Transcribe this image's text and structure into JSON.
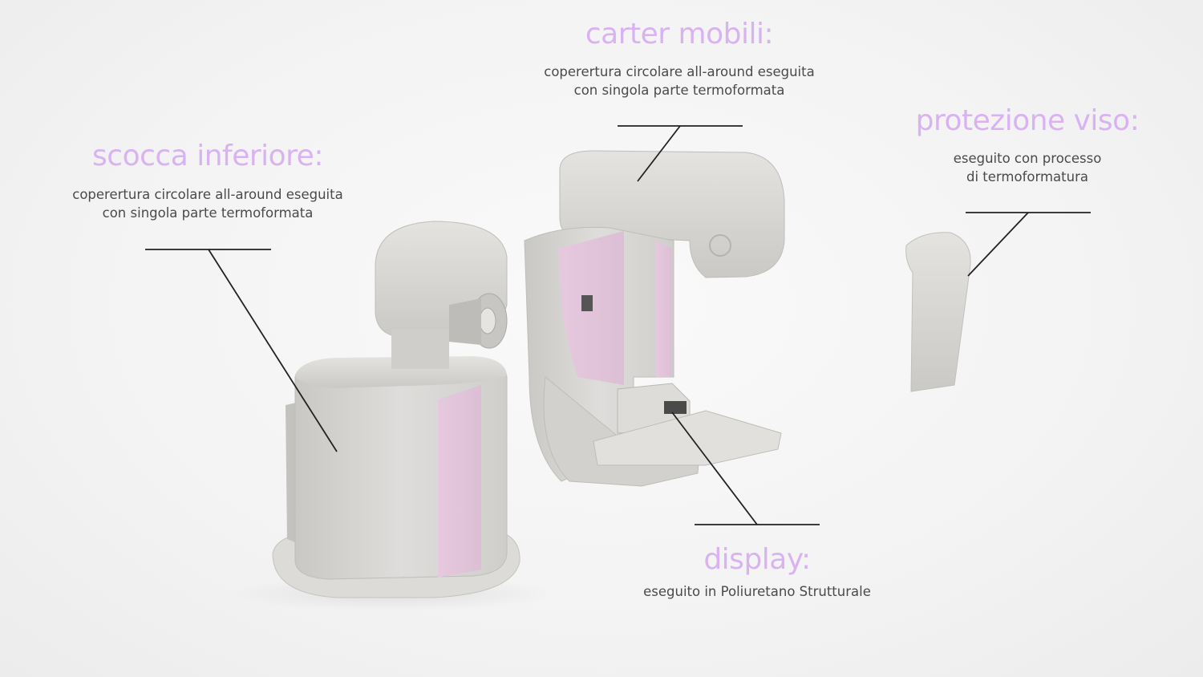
{
  "callouts": {
    "scocca": {
      "title": "scocca inferiore:",
      "line1": "copererturа circolare all-around eseguita",
      "line2": "con singola parte termoformata"
    },
    "carter": {
      "title": "carter mobili:",
      "line1": "copererturа circolare all-around eseguita",
      "line2": "con singola parte termoformata"
    },
    "protezione": {
      "title": "protezione viso:",
      "line1": "eseguito con processo",
      "line2": "di termoformatura"
    },
    "display": {
      "title": "display:",
      "line1": "eseguito in Poliuretano Strutturale"
    }
  },
  "colors": {
    "accent": "#d9b2f2",
    "body_gray": "#d4d3cf",
    "pink_panel": "#e2c6dc",
    "text": "#4a4a4a"
  }
}
